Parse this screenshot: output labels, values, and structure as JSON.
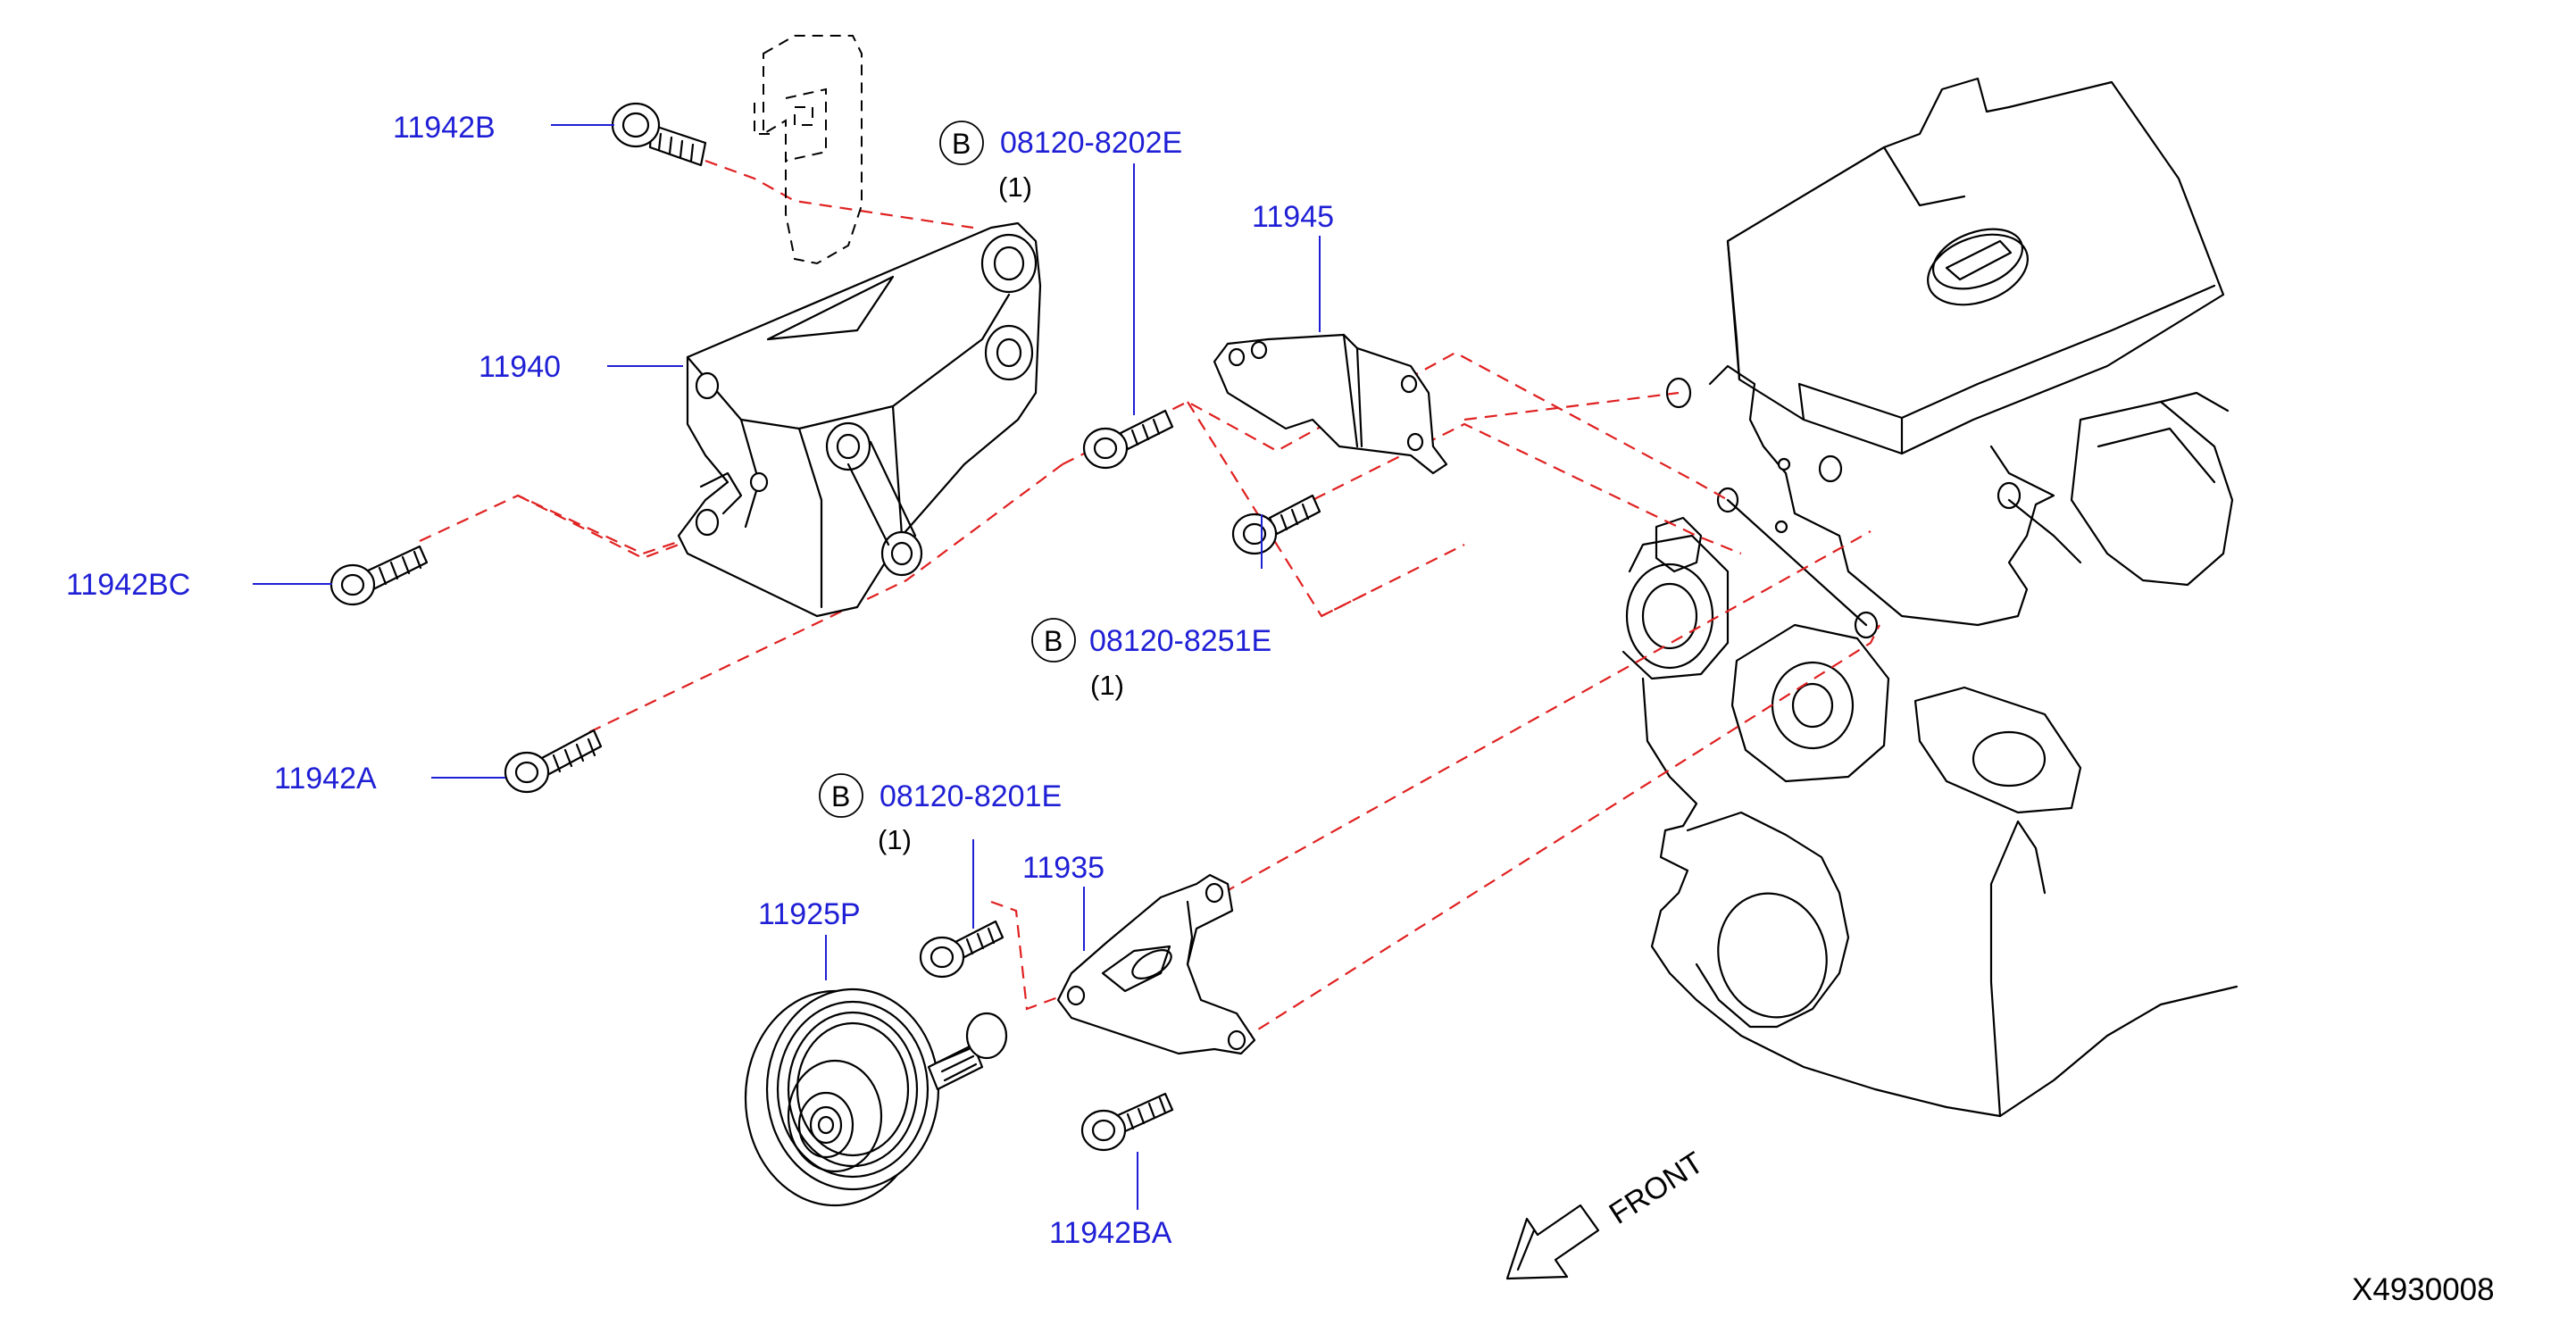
{
  "parts": {
    "p11942B": "11942B",
    "p08120_8202E": "08120-8202E",
    "p11945": "11945",
    "p11940": "11940",
    "p11942BC": "11942BC",
    "p08120_8251E": "08120-8251E",
    "p11942A": "11942A",
    "p08120_8201E": "08120-8201E",
    "p11935": "11935",
    "p11925P": "11925P",
    "p11942BA": "11942BA"
  },
  "qty": {
    "q8202E": "(1)",
    "q8251E": "(1)",
    "q8201E": "(1)"
  },
  "badges": {
    "b1": "B",
    "b2": "B",
    "b3": "B"
  },
  "front": "FRONT",
  "diagram_code": "X4930008",
  "colors": {
    "label": "#1f1fd6",
    "hidden_line": "#e02020",
    "outline": "#000000"
  }
}
